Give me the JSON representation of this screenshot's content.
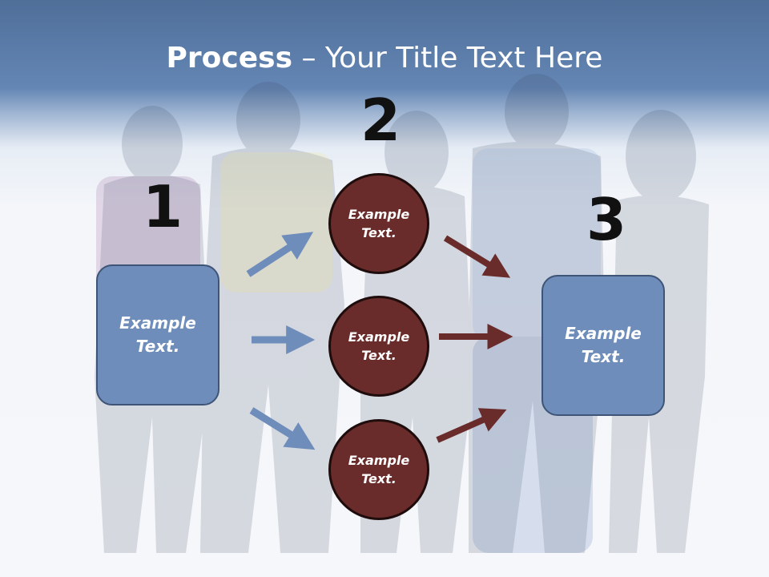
{
  "title": {
    "bold": "Process",
    "rest": " – Your Title Text Here"
  },
  "steps": [
    {
      "number": "1",
      "text": "Example Text."
    },
    {
      "number": "2",
      "items": [
        "Example Text.",
        "Example Text.",
        "Example Text."
      ]
    },
    {
      "number": "3",
      "text": "Example Text."
    }
  ],
  "colors": {
    "header": "#5b7cab",
    "box_fill": "#6e8dba",
    "circle_fill": "#6a2c2a",
    "arrow_blue": "#6e8dba",
    "arrow_red": "#6a2c2a"
  }
}
